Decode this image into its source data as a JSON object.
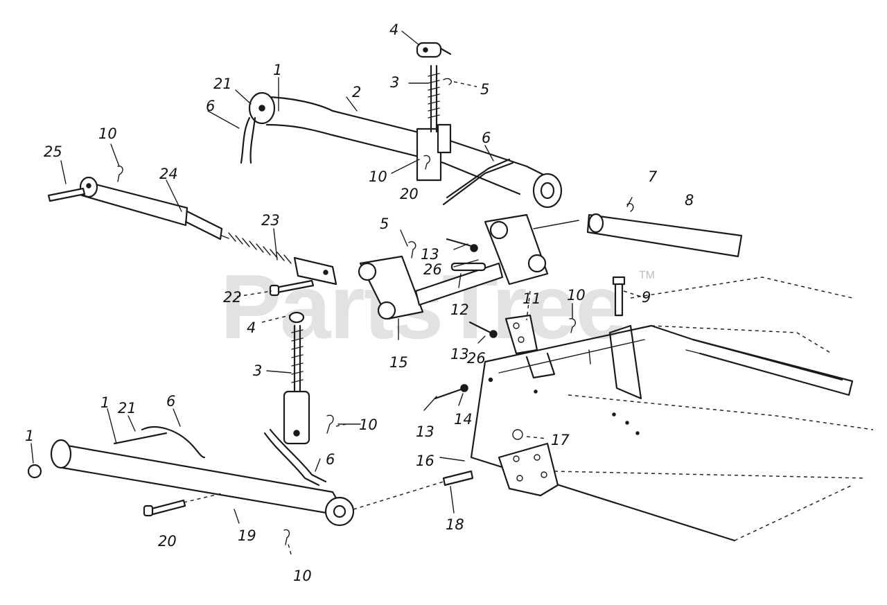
{
  "watermark": {
    "brand": "PartsTree",
    "trademark": "TM"
  },
  "callouts": [
    {
      "id": "c-4-top",
      "text": "4"
    },
    {
      "id": "c-3-top",
      "text": "3"
    },
    {
      "id": "c-5-top",
      "text": "5"
    },
    {
      "id": "c-1-top",
      "text": "1"
    },
    {
      "id": "c-21-top",
      "text": "21"
    },
    {
      "id": "c-2",
      "text": "2"
    },
    {
      "id": "c-6-top-left",
      "text": "6"
    },
    {
      "id": "c-10-top-left",
      "text": "10"
    },
    {
      "id": "c-25",
      "text": "25"
    },
    {
      "id": "c-24",
      "text": "24"
    },
    {
      "id": "c-6-top-right",
      "text": "6"
    },
    {
      "id": "c-10-top-mid",
      "text": "10"
    },
    {
      "id": "c-20-top",
      "text": "20"
    },
    {
      "id": "c-7",
      "text": "7"
    },
    {
      "id": "c-8",
      "text": "8"
    },
    {
      "id": "c-23",
      "text": "23"
    },
    {
      "id": "c-5-mid",
      "text": "5"
    },
    {
      "id": "c-13-upper",
      "text": "13"
    },
    {
      "id": "c-26-upper",
      "text": "26"
    },
    {
      "id": "c-22",
      "text": "22"
    },
    {
      "id": "c-9",
      "text": "9"
    },
    {
      "id": "c-12",
      "text": "12"
    },
    {
      "id": "c-11",
      "text": "11"
    },
    {
      "id": "c-10-right",
      "text": "10"
    },
    {
      "id": "c-4-mid",
      "text": "4"
    },
    {
      "id": "c-13-mid",
      "text": "13"
    },
    {
      "id": "c-26-mid",
      "text": "26"
    },
    {
      "id": "c-15",
      "text": "15"
    },
    {
      "id": "c-3-mid",
      "text": "3"
    },
    {
      "id": "c-1-bottom",
      "text": "1"
    },
    {
      "id": "c-21-bottom",
      "text": "21"
    },
    {
      "id": "c-6-bottom-left",
      "text": "6"
    },
    {
      "id": "c-10-mid-right",
      "text": "10"
    },
    {
      "id": "c-13-lower",
      "text": "13"
    },
    {
      "id": "c-14",
      "text": "14"
    },
    {
      "id": "c-17",
      "text": "17"
    },
    {
      "id": "c-1-far-left",
      "text": "1"
    },
    {
      "id": "c-6-bottom-right",
      "text": "6"
    },
    {
      "id": "c-16",
      "text": "16"
    },
    {
      "id": "c-20-bottom",
      "text": "20"
    },
    {
      "id": "c-19",
      "text": "19"
    },
    {
      "id": "c-18",
      "text": "18"
    },
    {
      "id": "c-10-bottom",
      "text": "10"
    }
  ]
}
